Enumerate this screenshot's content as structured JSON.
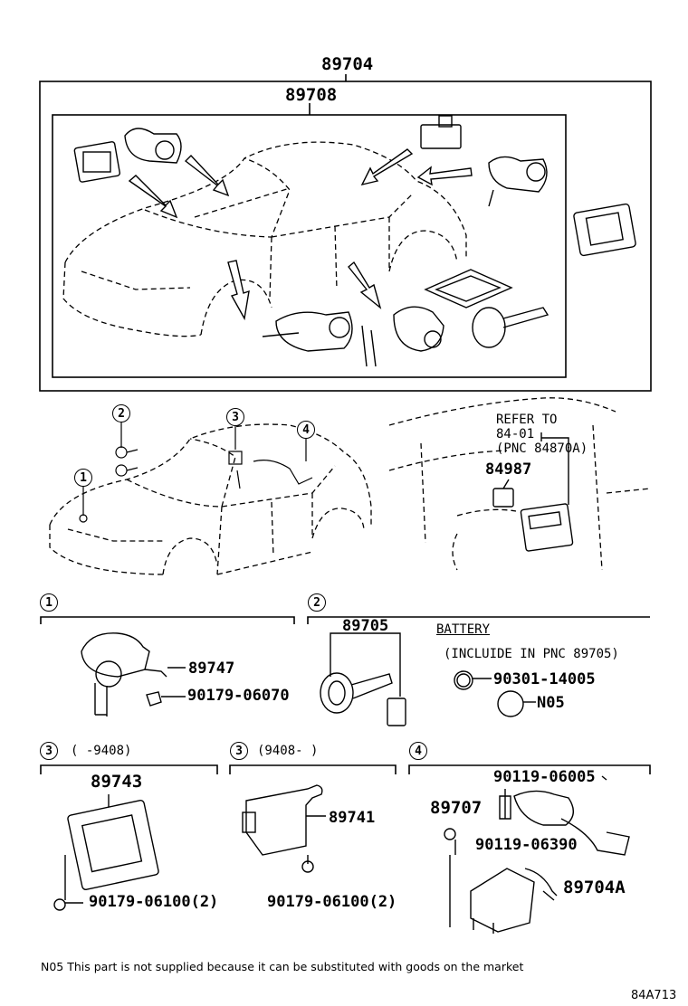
{
  "assembly": {
    "main": "89704",
    "sub": "89708"
  },
  "refer": {
    "line1": "REFER TO",
    "line2": "84-01",
    "line3": "(PNC 84870A)",
    "part": "84987"
  },
  "section_markers": [
    "1",
    "2",
    "3",
    "4"
  ],
  "section1": {
    "marker": "1",
    "parts": [
      "89747",
      "90179-06070"
    ]
  },
  "section2": {
    "marker": "2",
    "part": "89705",
    "battery_title": "BATTERY",
    "battery_note": "(INCLUIDE IN PNC 89705)",
    "parts": [
      "90301-14005",
      "N05"
    ]
  },
  "section3a": {
    "marker": "3",
    "range": "(    -9408)",
    "parts": [
      "89743",
      "90179-06100(2)"
    ]
  },
  "section3b": {
    "marker": "3",
    "range": "(9408-     )",
    "parts": [
      "89741",
      "90179-06100(2)"
    ]
  },
  "section4": {
    "marker": "4",
    "parts": [
      "90119-06005",
      "89707",
      "90119-06390",
      "89704A"
    ]
  },
  "footnote": "N05 This part is not supplied because it can be substituted with goods on the market",
  "diagram_code": "84A713"
}
